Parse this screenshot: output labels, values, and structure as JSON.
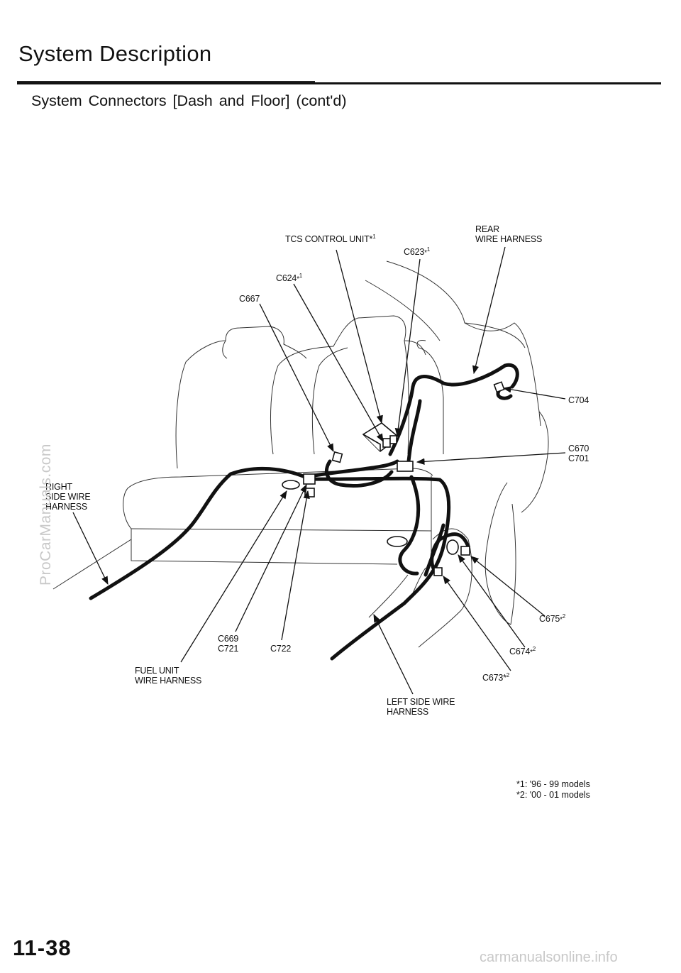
{
  "header": {
    "title": "System Description",
    "subtitle": "System Connectors [Dash and Floor] (cont'd)"
  },
  "labels": {
    "tcs_control_unit": "TCS CONTROL UNIT*",
    "tcs_note": "1",
    "rear_wire_harness_l1": "REAR",
    "rear_wire_harness_l2": "WIRE HARNESS",
    "c623": "C623",
    "c623_note": "1",
    "c624": "C624",
    "c624_note": "1",
    "c667": "C667",
    "c704": "C704",
    "c670": "C670",
    "c701": "C701",
    "right_side_l1": "RIGHT",
    "right_side_l2": "SIDE WIRE",
    "right_side_l3": "HARNESS",
    "c669": "C669",
    "c721": "C721",
    "c722": "C722",
    "fuel_unit_l1": "FUEL UNIT",
    "fuel_unit_l2": "WIRE HARNESS",
    "c675": "C675",
    "c675_note": "2",
    "c674": "C674",
    "c674_note": "2",
    "c673": "C673*",
    "c673_note": "2",
    "left_side_l1": "LEFT SIDE WIRE",
    "left_side_l2": "HARNESS"
  },
  "footnotes": {
    "note1": "*1: '96 - 99 models",
    "note2": "*2: '00 - 01 models"
  },
  "page_number": "11-38",
  "watermarks": {
    "left": "ProCarManuals.com",
    "bottom": "carmanualsonline.info"
  },
  "colors": {
    "ink": "#111111",
    "watermark": "#c8c8c8"
  }
}
